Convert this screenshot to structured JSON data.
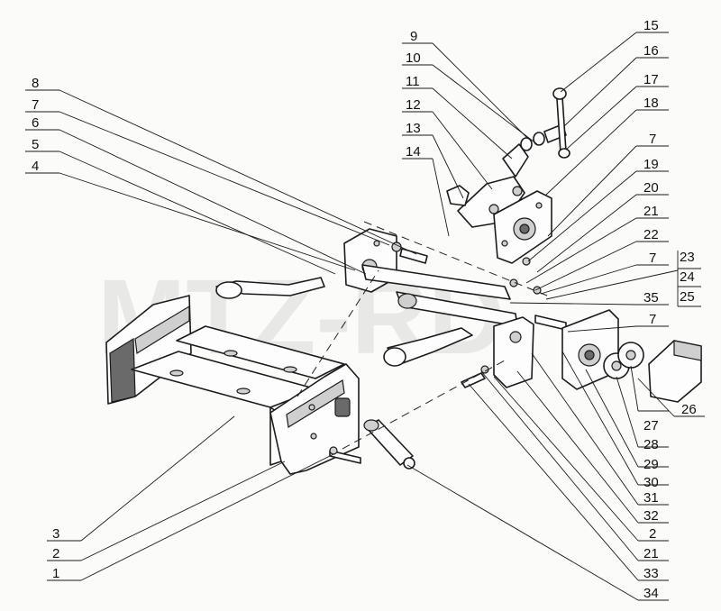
{
  "watermark": "MTZ-RD",
  "labels": {
    "l1": "1",
    "l2": "2",
    "l3": "3",
    "l4": "4",
    "l5": "5",
    "l6": "6",
    "l7": "7",
    "l8": "8",
    "l9": "9",
    "l10": "10",
    "l11": "11",
    "l12": "12",
    "l13": "13",
    "l14": "14",
    "l15": "15",
    "l16": "16",
    "l17": "17",
    "l18": "18",
    "l19": "19",
    "l20": "20",
    "l21": "21",
    "l22": "22",
    "l23": "23",
    "l24": "24",
    "l25": "25",
    "l26": "26",
    "l27": "27",
    "l28": "28",
    "l29": "29",
    "l30": "30",
    "l31": "31",
    "l32": "32",
    "l33": "33",
    "l34": "34",
    "l35": "35"
  }
}
